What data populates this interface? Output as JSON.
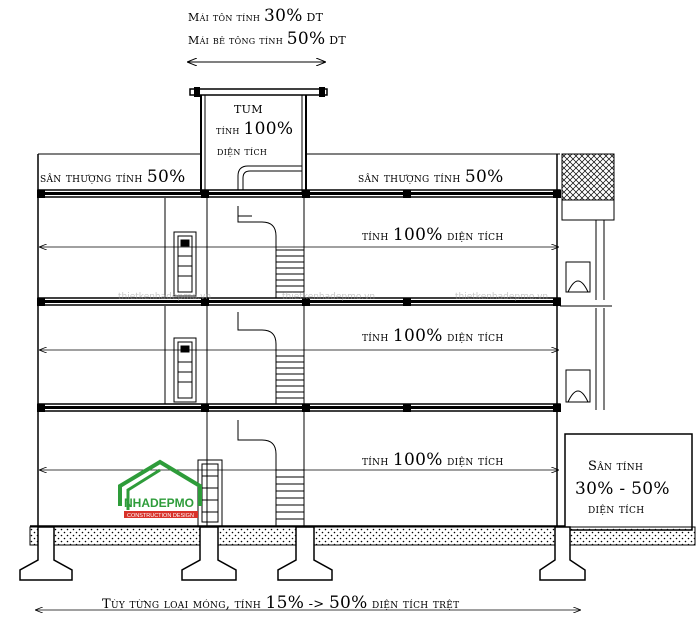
{
  "roof": {
    "line1_pre": "Mái tôn tính ",
    "line1_num": "30%",
    "line1_post": " DT",
    "line2_pre": "Mái bê tông tính ",
    "line2_num": "50%",
    "line2_post": " DT"
  },
  "tum": {
    "title": "TUM",
    "line_pre": "tính ",
    "line_num": "100%",
    "line3": "diện tích"
  },
  "terrace_left": {
    "pre": "sân thượng tính ",
    "num": "50%"
  },
  "terrace_right": {
    "pre": "sân thượng tính ",
    "num": "50%"
  },
  "floors": [
    {
      "pre": "tính ",
      "num": "100%",
      "post": " diện tích"
    },
    {
      "pre": "tính ",
      "num": "100%",
      "post": " diện tích"
    },
    {
      "pre": "tính ",
      "num": "100%",
      "post": " diện tích"
    }
  ],
  "yard": {
    "line1": "Sân tính",
    "line2": "30% - 50%",
    "line3": "diện tích"
  },
  "foundation": {
    "pre": "Tùy từng loại móng, tính ",
    "num1": "15%",
    "mid": " -> ",
    "num2": "50%",
    "post": " diện tích trệt"
  },
  "logo": {
    "name": "NHADEPMO",
    "sub": "CONSTRUCTION DESIGN",
    "brand_color": "#2e9c3a",
    "accent_color": "#d8322a"
  },
  "watermark": "thietkenhadepmo.vn",
  "colors": {
    "line": "#000000",
    "hatch": "#000000",
    "background": "#ffffff"
  }
}
